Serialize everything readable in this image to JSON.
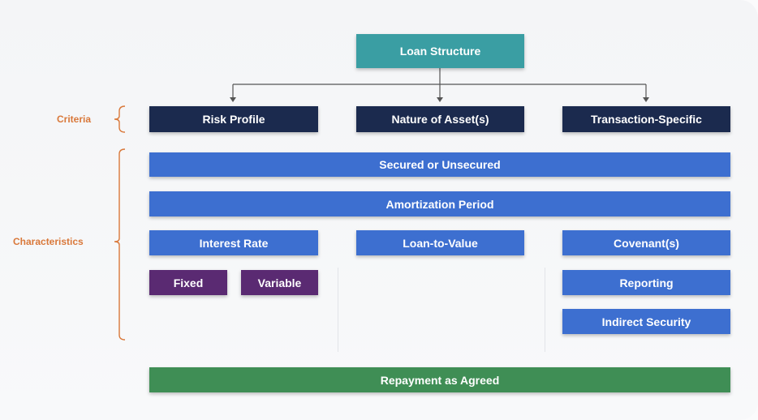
{
  "diagram": {
    "root": "Loan Structure",
    "side_labels": {
      "criteria": "Criteria",
      "characteristics": "Characteristics"
    },
    "criteria": [
      "Risk Profile",
      "Nature of Asset(s)",
      "Transaction-Specific"
    ],
    "full_width": [
      "Secured or Unsecured",
      "Amortization Period"
    ],
    "columns": {
      "interest_rate": "Interest Rate",
      "fixed": "Fixed",
      "variable": "Variable",
      "loan_to_value": "Loan-to-Value",
      "covenants": "Covenant(s)",
      "reporting": "Reporting",
      "indirect_security": "Indirect Security"
    },
    "footer": "Repayment as Agreed"
  },
  "colors": {
    "root": "#3a9ea3",
    "criteria": "#1b2a4e",
    "characteristic": "#3d6fd0",
    "rate_type": "#5a2a72",
    "repayment": "#3f8e55",
    "bracket": "#d9783a"
  }
}
